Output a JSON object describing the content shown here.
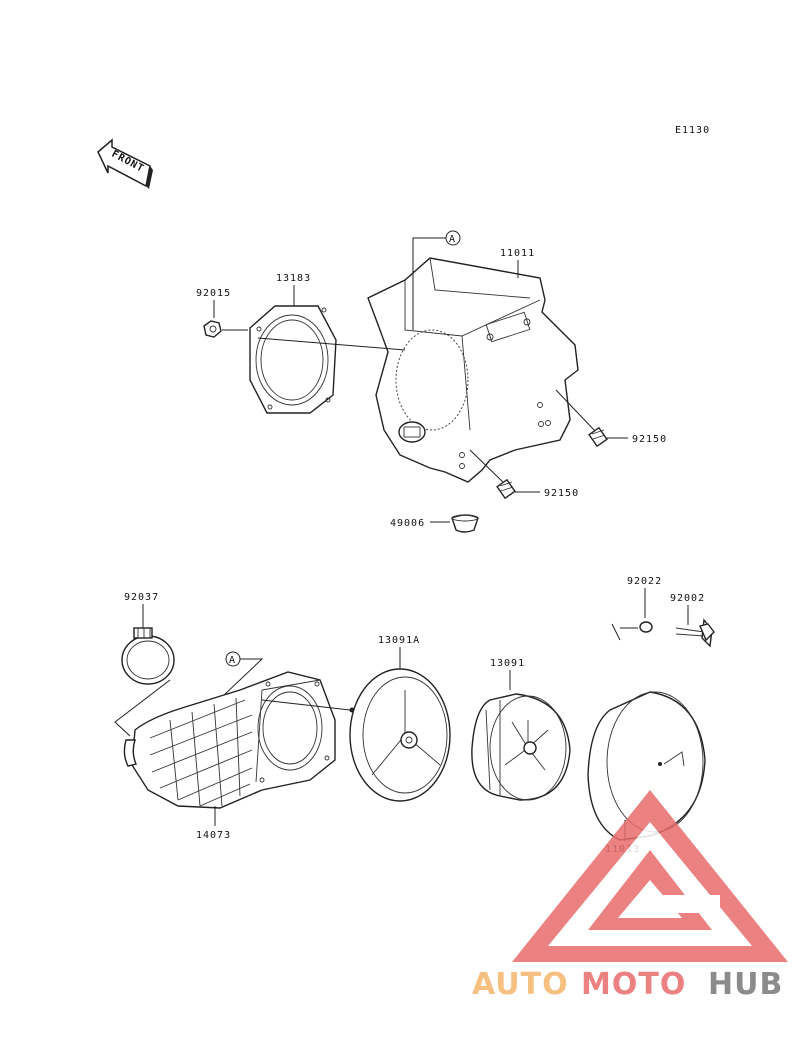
{
  "diagram": {
    "code": "E1130",
    "front_label": "FRONT",
    "callout_a": "A",
    "parts": {
      "p11011": "11011",
      "p92015": "92015",
      "p13183": "13183",
      "p92150_a": "92150",
      "p92150_b": "92150",
      "p49006": "49006",
      "p92037": "92037",
      "p92022": "92022",
      "p92002": "92002",
      "p13091a": "13091A",
      "p13091": "13091",
      "p14073": "14073",
      "p11013": "11013"
    }
  },
  "watermark": {
    "part1": "AUTO",
    "part2": "MOTO",
    "part3": "HUB",
    "color_orange": "#f5b66a",
    "color_red": "#e86c6c",
    "color_gray": "#777777"
  }
}
